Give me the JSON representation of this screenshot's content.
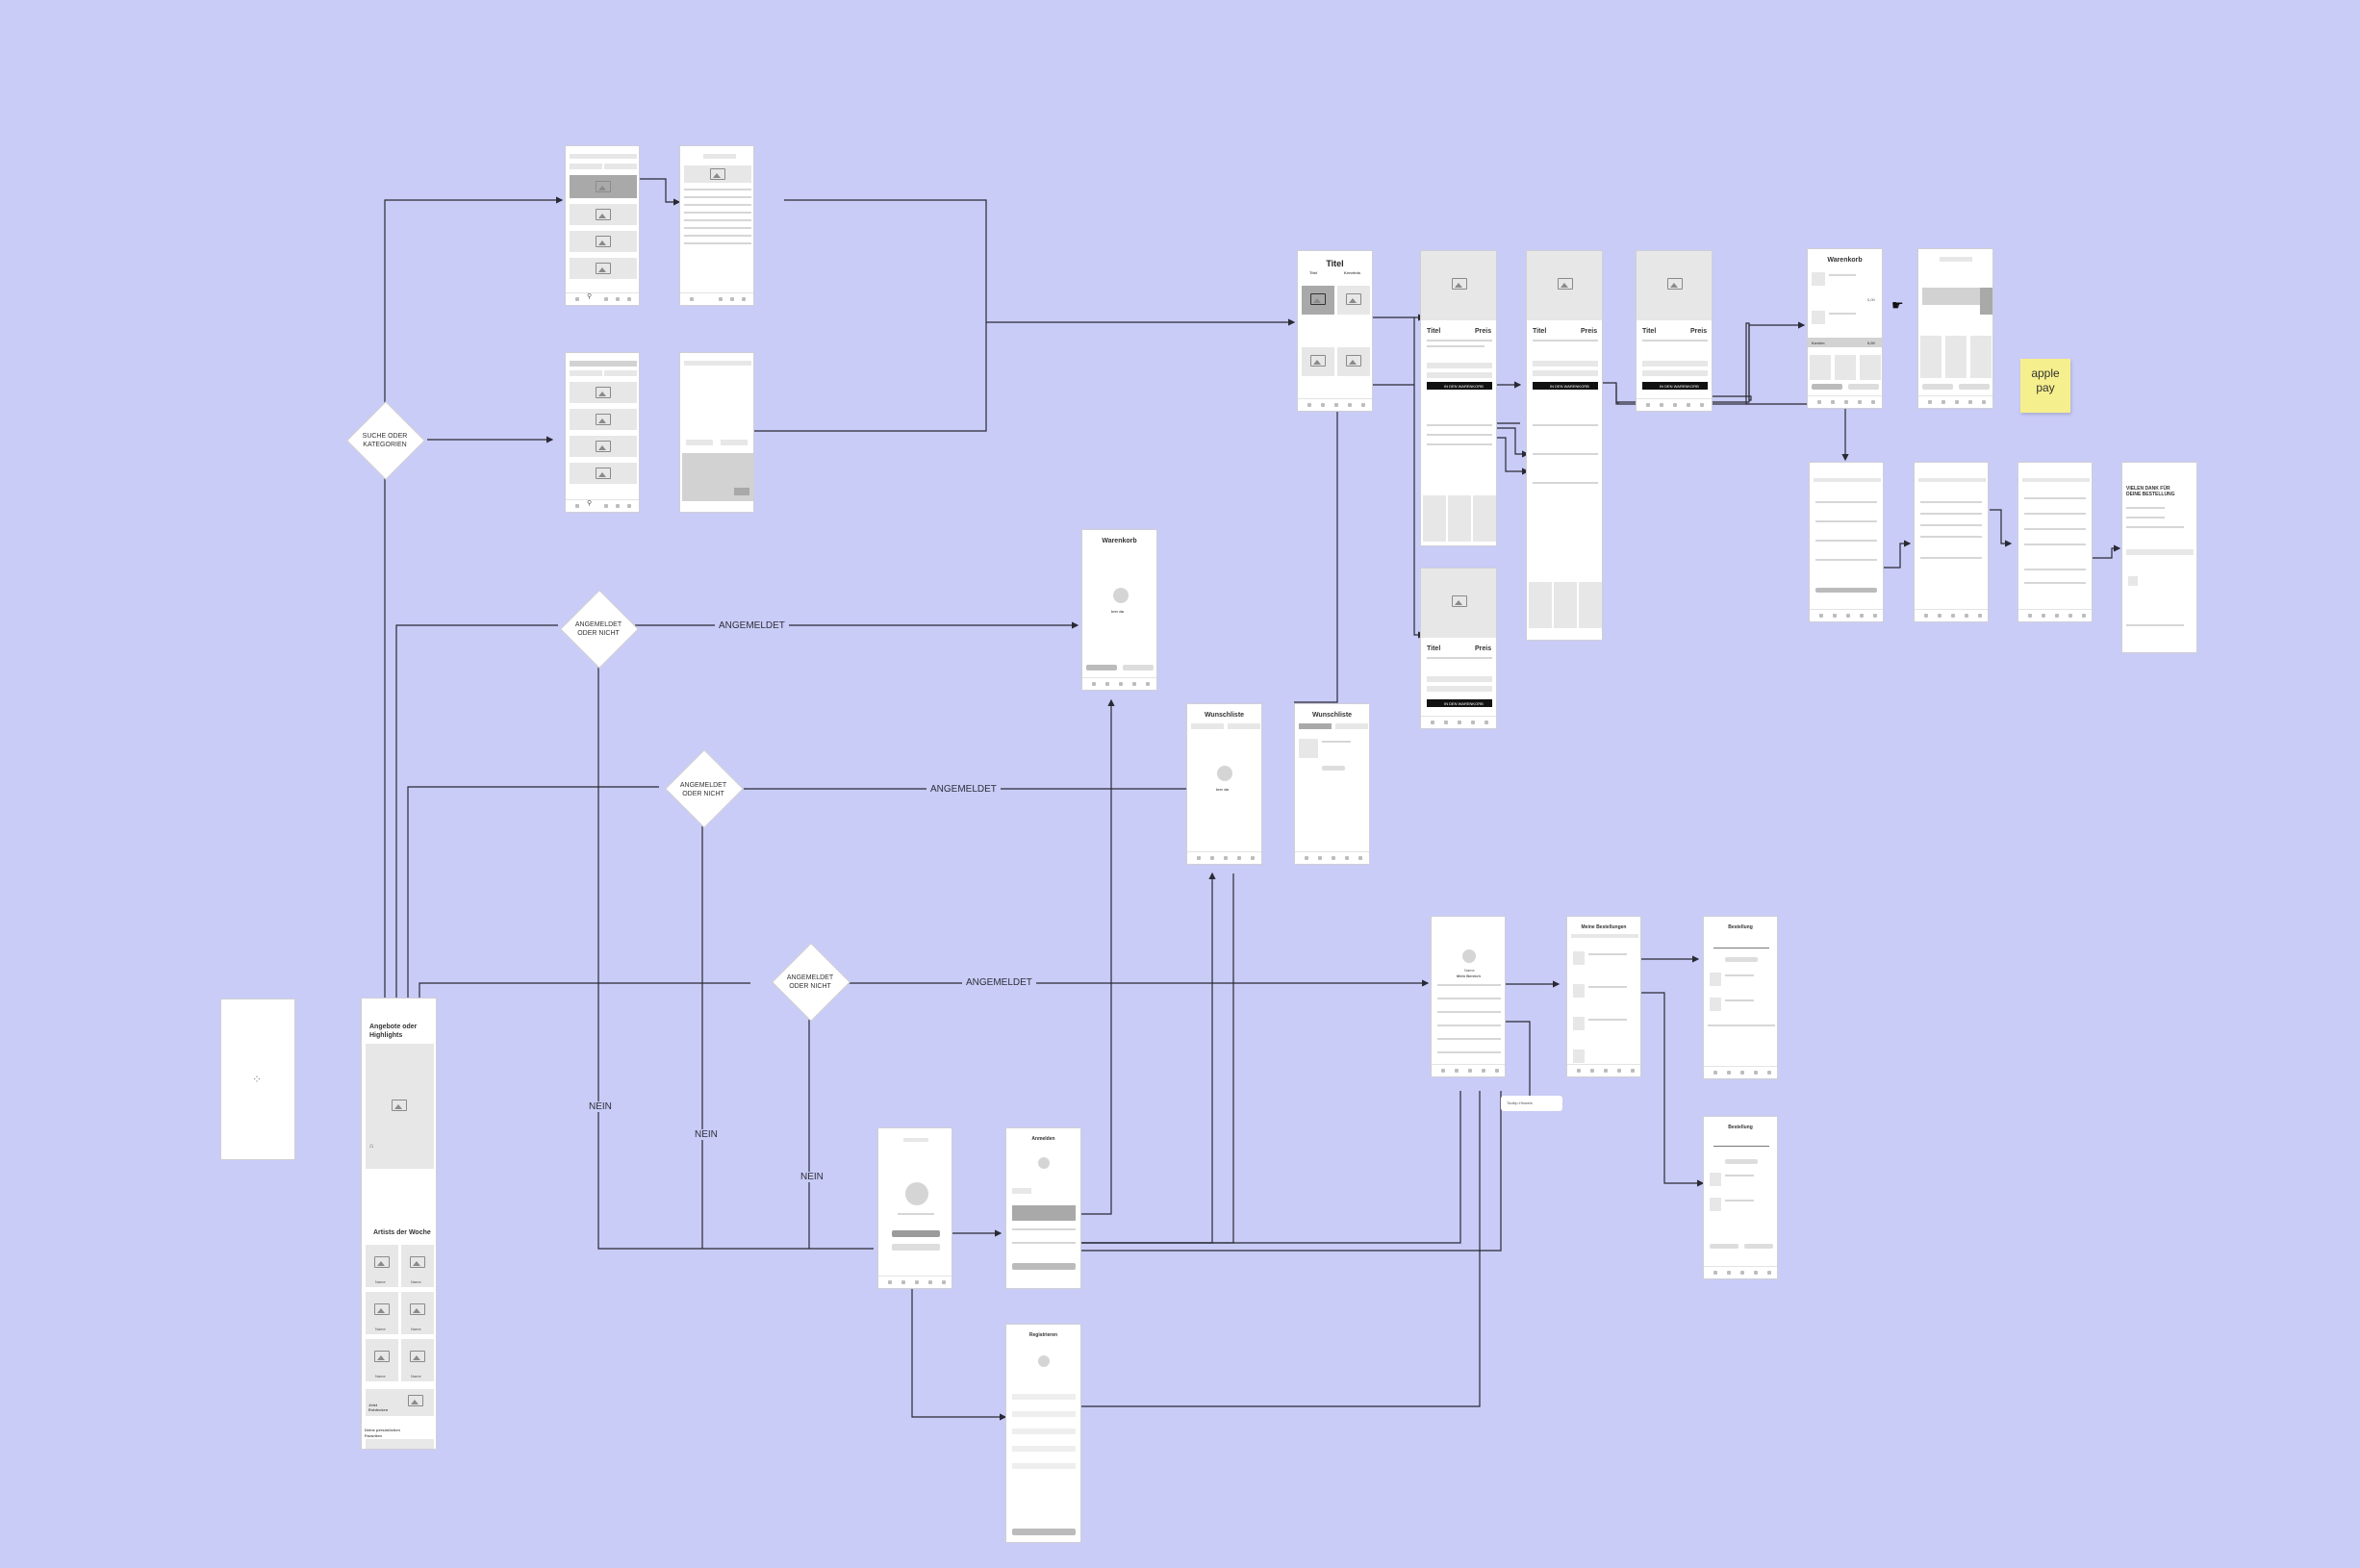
{
  "colors": {
    "background": "#c9ccf6",
    "screen": "#ffffff",
    "placeholder": "#e7e7e7",
    "connector": "#2a2a35",
    "sticky": "#f6ef8d"
  },
  "decisions": {
    "search": {
      "line1": "SUCHE ODER",
      "line2": "KATEGORIEN"
    },
    "login1": {
      "line1": "ANGEMELDET",
      "line2": "ODER NICHT"
    },
    "login2": {
      "line1": "ANGEMELDET",
      "line2": "ODER NICHT"
    },
    "login3": {
      "line1": "ANGEMELDET",
      "line2": "ODER NICHT"
    }
  },
  "edge_labels": {
    "yes1": "ANGEMELDET",
    "yes2": "ANGEMELDET",
    "yes3": "ANGEMELDET",
    "no1": "NEIN",
    "no2": "NEIN",
    "no3": "NEIN"
  },
  "sticky": {
    "line1": "apple",
    "line2": "pay"
  },
  "home": {
    "title_line1": "Angebote oder",
    "title_line2": "Highlights",
    "artists": "Artists der Woche",
    "artist_names": [
      "Name",
      "Name",
      "Name",
      "Name",
      "Name",
      "Name"
    ],
    "footer1_line1": "Jetzt",
    "footer1_line2": "Entdecken",
    "footer2_line1": "Deine persönlichen",
    "footer2_line2": "Favoriten"
  },
  "screens": {
    "list": {
      "title": "Titel",
      "tab_a": "Titel",
      "tab_b": "Kenntnis"
    },
    "detail": {
      "title": "Titel",
      "price": "Preis",
      "cta": "IN DEN WARENKORB"
    },
    "cart": {
      "title": "Warenkorb",
      "total_label": "Kosten",
      "total_value": "0,00",
      "price": "0,00"
    },
    "empty_cart": {
      "title": "Warenkorb",
      "empty": "leer da"
    },
    "wishlist": {
      "title": "Wunschliste",
      "empty": "leer da"
    },
    "profile": {
      "name": "Name",
      "sub": "Mein Bereich"
    },
    "orders": {
      "title": "Meine Bestellungen"
    },
    "order_status": {
      "title": "Bestellung"
    },
    "login": {
      "title": "Anmelden"
    },
    "register": {
      "title": "Registrieren"
    },
    "checkout_done": {
      "line1": "VIELEN DANK FÜR",
      "line2": "DEINE BESTELLUNG"
    }
  }
}
